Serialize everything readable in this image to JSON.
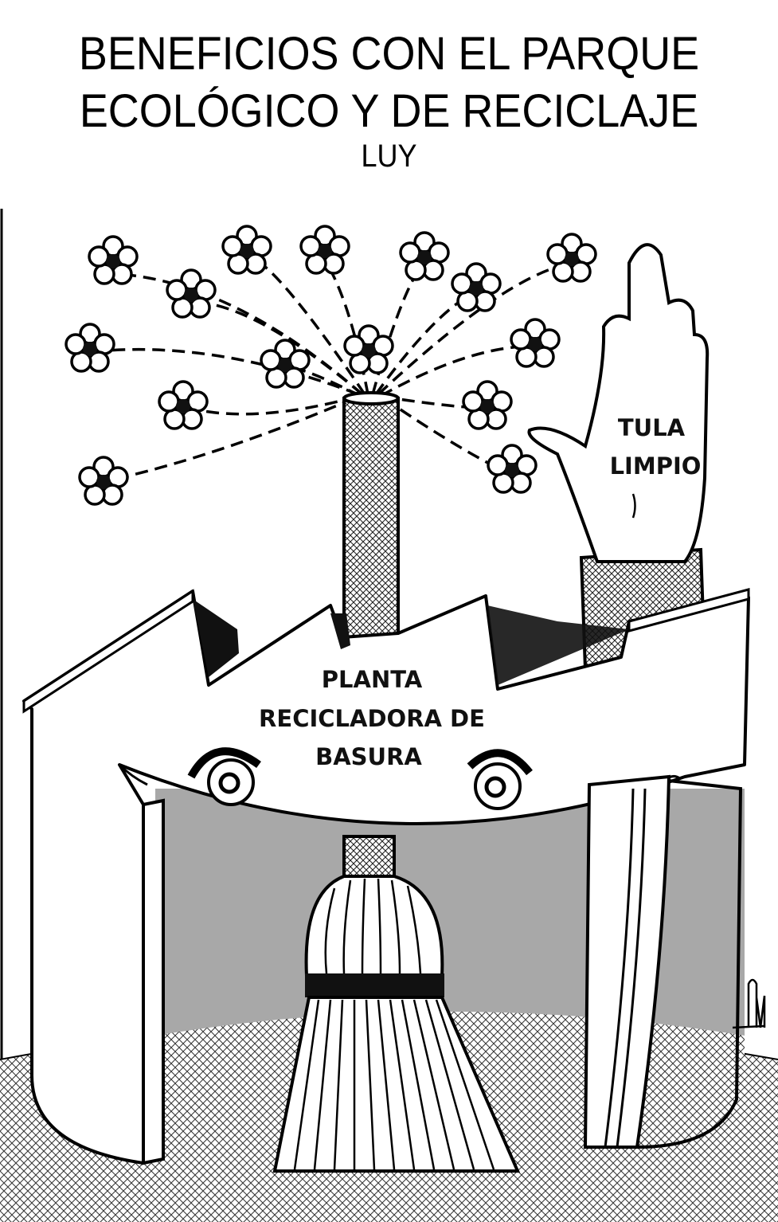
{
  "header": {
    "title_line1": "BENEFICIOS CON EL PARQUE",
    "title_line2": "ECOLÓGICO Y DE RECICLAJE",
    "author": "LUY"
  },
  "cartoon": {
    "hand_label_line1": "TULA",
    "hand_label_line2": "LIMPIO",
    "factory_label_line1": "PLANTA",
    "factory_label_line2": "RECICLADORA DE",
    "factory_label_line3": "BASURA",
    "signature": "Luy",
    "colors": {
      "ink": "#000000",
      "interior_gray": "#a8a8a8",
      "paper": "#ffffff"
    }
  }
}
